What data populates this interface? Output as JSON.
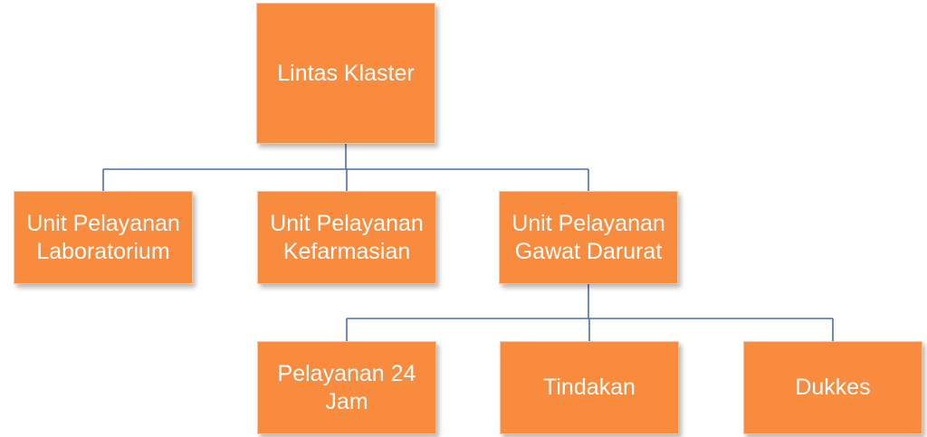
{
  "diagram": {
    "root": {
      "label": "Lintas Klaster"
    },
    "level1": [
      {
        "label": "Unit Pelayanan\nLaboratorium"
      },
      {
        "label": "Unit Pelayanan\nKefarmasian"
      },
      {
        "label": "Unit Pelayanan\nGawat Darurat"
      }
    ],
    "level2": [
      {
        "label": "Pelayanan 24\nJam"
      },
      {
        "label": "Tindakan"
      },
      {
        "label": "Dukkes"
      }
    ]
  },
  "colors": {
    "node_fill": "#f98b3e",
    "node_text": "#ffffff",
    "connector": "#4a6fa8"
  }
}
